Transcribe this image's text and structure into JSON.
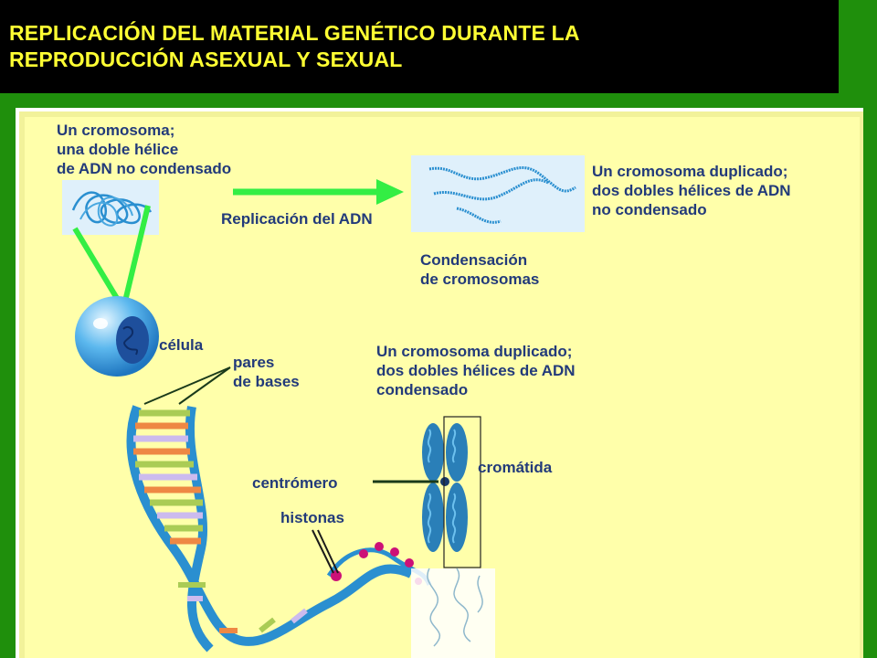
{
  "title": {
    "line1": "REPLICACIÓN DEL MATERIAL GENÉTICO DURANTE LA",
    "line2": "REPRODUCCIÓN ASEXUAL Y SEXUAL"
  },
  "labels": {
    "chromosome_single": {
      "line1": "Un cromosoma;",
      "line2": "una doble hélice",
      "line3": "de ADN no condensado"
    },
    "replication": "Replicación del ADN",
    "chromosome_duplicated_uncondensed": {
      "line1": "Un cromosoma duplicado;",
      "line2": "dos dobles hélices de ADN",
      "line3": "no condensado"
    },
    "condensation": {
      "line1": "Condensación",
      "line2": "de cromosomas"
    },
    "cell": "célula",
    "base_pairs": {
      "line1": "pares",
      "line2": "de bases"
    },
    "chromosome_duplicated_condensed": {
      "line1": "Un cromosoma duplicado;",
      "line2": "dos dobles hélices de ADN",
      "line3": "condensado"
    },
    "chromatid": "cromátida",
    "centromere": "centrómero",
    "histones": "histonas"
  },
  "colors": {
    "background": "#1f8f0c",
    "title_bar": "#000000",
    "title_text": "#ffff33",
    "panel": "#ffffaa",
    "label_text": "#223a7a",
    "arrow": "#33ee44",
    "dna_blue": "#2a8fd0",
    "histone": "#cc1177"
  }
}
